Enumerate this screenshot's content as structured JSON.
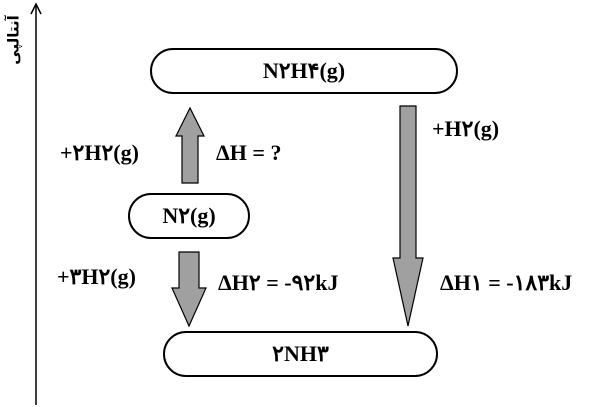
{
  "axis": {
    "label": "آنتالپی"
  },
  "species": {
    "hydrazine": "N۲H۴(g)",
    "nitrogen": "N۲(g)",
    "ammonia": "۲NH۳"
  },
  "reactants_added": {
    "upper_left": "+۲H۲(g)",
    "lower_left": "+۳H۲(g)",
    "right": "+H۲(g)"
  },
  "enthalpies": {
    "unknown": "ΔH = ?",
    "delta_h2": "ΔH۲ = -۹۲kJ",
    "delta_h1": "ΔH۱ = -۱۸۳kJ"
  },
  "colors": {
    "arrow_fill": "#a0a0a0",
    "stroke": "#000000"
  }
}
